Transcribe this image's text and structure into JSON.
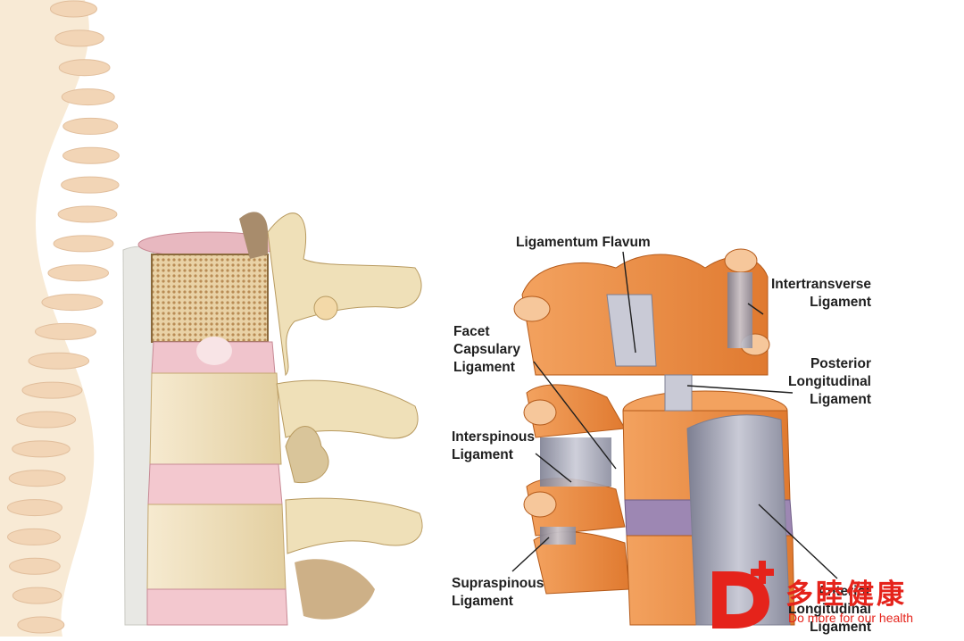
{
  "left_figure": {
    "name": "lumbar-vertebrae-side-view"
  },
  "right_figure": {
    "labels": {
      "ligamentum_flavum": [
        "Ligamentum Flavum"
      ],
      "intertransverse": [
        "Intertransverse",
        "Ligament"
      ],
      "facet_capsular": [
        "Facet",
        "Capsulary",
        "Ligament"
      ],
      "posterior_longitudinal": [
        "Posterior",
        "Longitudinal",
        "Ligament"
      ],
      "interspinous": [
        "Interspinous",
        "Ligament"
      ],
      "supraspinous": [
        "Supraspinous",
        "Ligament"
      ],
      "anterior_longitudinal": [
        "Anterior",
        "Longitudinal",
        "Ligament"
      ]
    }
  },
  "logo": {
    "mark": "D+",
    "name": "多睦健康",
    "tagline": "Do more for our health",
    "color": "#e5231b"
  }
}
